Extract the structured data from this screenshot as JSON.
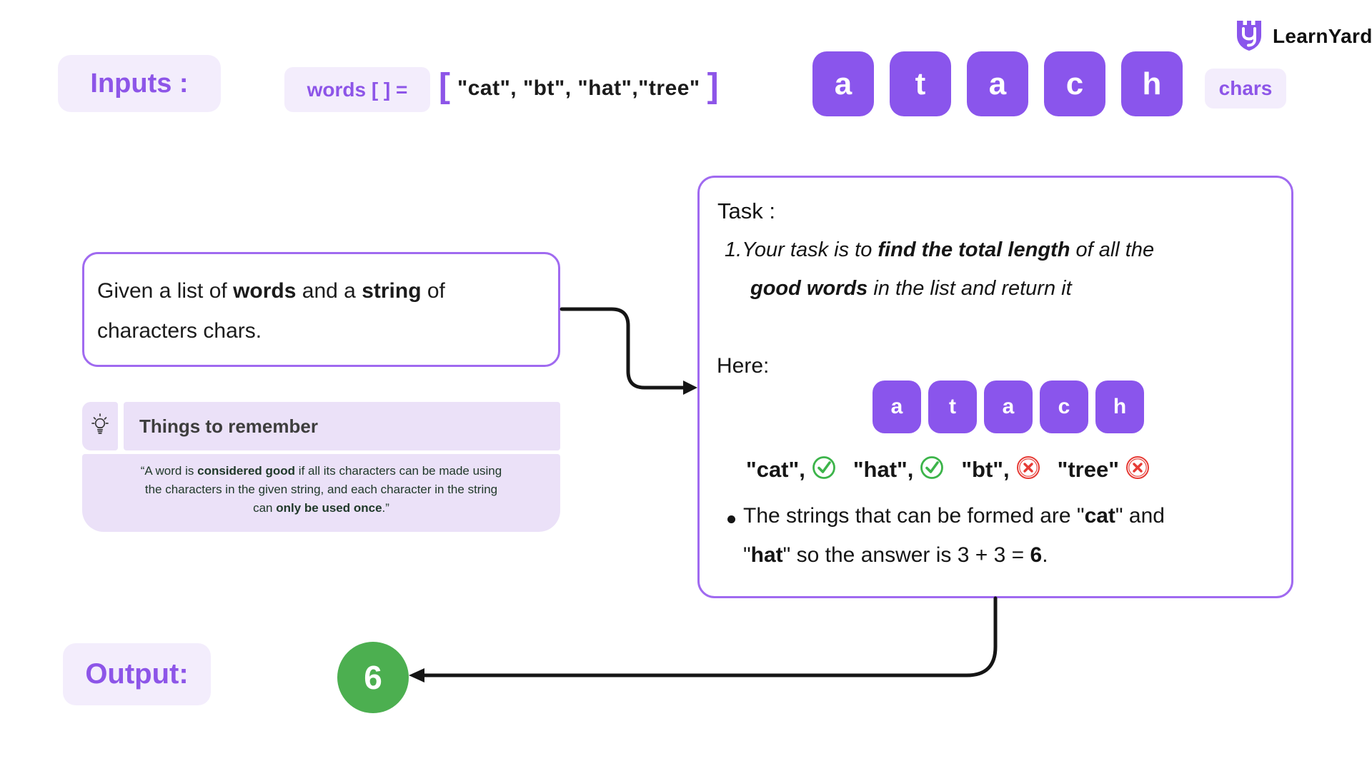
{
  "brand": {
    "name": "LearnYard"
  },
  "header": {
    "inputs_label": "Inputs :",
    "words_label": "words [ ] =",
    "bracket_open": "[",
    "array_values": "\"cat\", \"bt\", \"hat\",\"tree\"",
    "bracket_close": "]",
    "tiles": [
      "a",
      "t",
      "a",
      "c",
      "h"
    ],
    "chars_label": "chars"
  },
  "given_box": {
    "parts": [
      "Given a list of ",
      "words",
      " and a ",
      "string",
      " of characters chars."
    ]
  },
  "remember": {
    "title": "Things to remember",
    "line1_parts": [
      "“A word is ",
      "considered good",
      " if all its characters can be made using"
    ],
    "line2": "the characters in the given string, and each character in the string",
    "line3_parts": [
      "can ",
      "only be used once",
      ".”"
    ]
  },
  "task_box": {
    "title": "Task :",
    "item_number": "1.",
    "item_line1_parts": [
      "Your task is to ",
      "find the total length",
      " of all the"
    ],
    "item_line2_parts": [
      "good words",
      " in the list and return it"
    ],
    "here_label": "Here:",
    "tiles": [
      "a",
      "t",
      "a",
      "c",
      "h"
    ],
    "checks": [
      {
        "word": "\"cat\",",
        "status": "good"
      },
      {
        "word": "\"hat\",",
        "status": "good"
      },
      {
        "word": "\"bt\",",
        "status": "bad"
      },
      {
        "word": "\"tree\"",
        "status": "bad"
      }
    ],
    "bullet_line1_parts": [
      "The strings that can be formed are \"",
      "cat",
      "\" and"
    ],
    "bullet_line2_parts": [
      "\"",
      "hat",
      "\" so the answer is 3 + 3 = ",
      "6",
      "."
    ]
  },
  "output": {
    "label": "Output:",
    "value": "6"
  },
  "colors": {
    "accent_purple": "#8a55ec",
    "badge_bg": "#f3edfc",
    "panel_bg": "#ebe1f8",
    "border_purple": "#a06af0",
    "quote_text": "#20392a",
    "success_green": "#3cb44a",
    "output_green": "#4caf50",
    "error_red": "#e63a34",
    "ink": "#151515"
  }
}
